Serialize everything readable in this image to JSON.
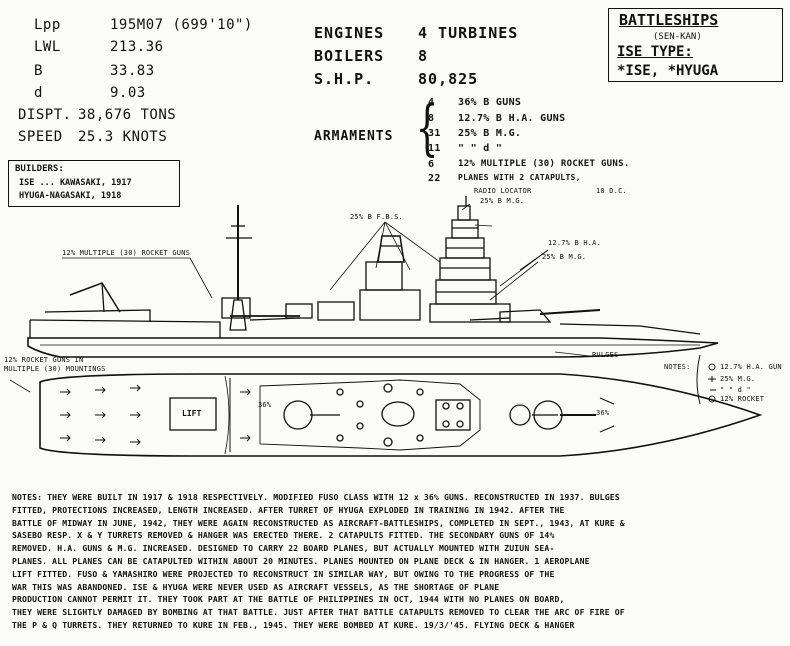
{
  "specs": [
    {
      "label": "Lpp",
      "value": "195M07 (699'10\")"
    },
    {
      "label": "LWL",
      "value": "213.36"
    },
    {
      "label": "B",
      "value": "33.83"
    },
    {
      "label": "d",
      "value": "9.03"
    },
    {
      "label": "DISPT.",
      "value": "38,676 TONS"
    },
    {
      "label": "SPEED",
      "value": "25.3 KNOTS"
    }
  ],
  "engines": [
    {
      "label": "ENGINES",
      "value": "4 TURBINES"
    },
    {
      "label": "BOILERS",
      "value": "8"
    },
    {
      "label": "S.H.P.",
      "value": "80,825"
    }
  ],
  "armaments": {
    "label": "ARMAMENTS",
    "items": [
      {
        "count": "4",
        "desc": "36% B GUNS"
      },
      {
        "count": "8",
        "desc": "12.7% B H.A. GUNS"
      },
      {
        "count": "31",
        "desc": "25% B M.G."
      },
      {
        "count": "11",
        "desc": "\" \" d \""
      },
      {
        "count": "6",
        "desc": "12% MULTIPLE (30) ROCKET GUNS."
      },
      {
        "count": "22",
        "desc": "PLANES WITH 2 CATAPULTS,"
      }
    ],
    "footnote": "10 D.C."
  },
  "title_box": {
    "title": "BATTLESHIPS",
    "subtitle": "(SEN-KAN)",
    "type": "ISE TYPE:",
    "ships": "*ISE, *HYUGA"
  },
  "builders": {
    "header": "BUILDERS:",
    "lines": [
      "ISE ... KAWASAKI, 1917",
      "HYUGA-NAGASAKI, 1918"
    ]
  },
  "profile_labels": {
    "radio_locator": "RADIO LOCATOR",
    "mg_top": "25% B M.G.",
    "mg_fwd": "25% B M.G.",
    "mg_side": "25% B F.B.S.",
    "ha": "12.7% B H.A.",
    "rocket": "12% MULTIPLE (30) ROCKET GUNS",
    "bulges": "BULGES",
    "lift": "LIFT",
    "turret_fwd": "36%",
    "turret_aft": "36%",
    "rocket_plan": "12% ROCKET GUNS IN MULTIPLE (30) MOUNTINGS"
  },
  "legend": {
    "header": "NOTES:",
    "items": [
      "12.7% H.A. GUN",
      "25% M.G.",
      "\" \" d \"",
      "12% ROCKET"
    ]
  },
  "notes": [
    "NOTES: THEY WERE BUILT IN 1917 & 1918 RESPECTIVELY.  MODIFIED FUSO CLASS WITH 12 x 36% GUNS.  RECONSTRUCTED IN 1937.  BULGES",
    "FITTED, PROTECTIONS INCREASED, LENGTH INCREASED.   AFTER TURRET OF HYUGA EXPLODED IN TRAINING IN 1942.   AFTER THE",
    "BATTLE OF MIDWAY IN JUNE, 1942, THEY WERE AGAIN RECONSTRUCTED AS AIRCRAFT-BATTLESHIPS, COMPLETED IN SEPT., 1943, AT KURE &",
    "SASEBO RESP.  X & Y TURRETS REMOVED & HANGER WAS ERECTED THERE.  2 CATAPULTS FITTED.  THE SECONDARY GUNS OF 14%",
    "REMOVED.  H.A. GUNS & M.G. INCREASED.   DESIGNED TO CARRY 22 BOARD PLANES, BUT ACTUALLY MOUNTED WITH ZUIUN SEA-",
    "PLANES. ALL PLANES CAN BE CATAPULTED WITHIN ABOUT 20 MINUTES.   PLANES MOUNTED ON PLANE DECK & IN HANGER.  1 AEROPLANE",
    "LIFT FITTED.   FUSO & YAMASHIRO WERE PROJECTED TO RECONSTRUCT IN SIMILAR WAY, BUT OWING TO THE PROGRESS OF THE",
    "WAR THIS WAS ABANDONED.    ISE & HYUGA WERE NEVER USED AS AIRCRAFT VESSELS, AS THE SHORTAGE OF PLANE",
    "PRODUCTION CANNOT PERMIT IT.  THEY TOOK PART AT THE BATTLE OF PHILIPPINES IN OCT, 1944 WITH NO PLANES ON BOARD,",
    "THEY WERE SLIGHTLY DAMAGED BY BOMBING AT THAT BATTLE.   JUST AFTER THAT BATTLE CATAPULTS REMOVED TO CLEAR THE ARC OF FIRE OF",
    "THE P & Q TURRETS.   THEY RETURNED TO KURE IN FEB., 1945.    THEY WERE BOMBED AT KURE. 19/3/'45.   FLYING DECK & HANGER"
  ]
}
